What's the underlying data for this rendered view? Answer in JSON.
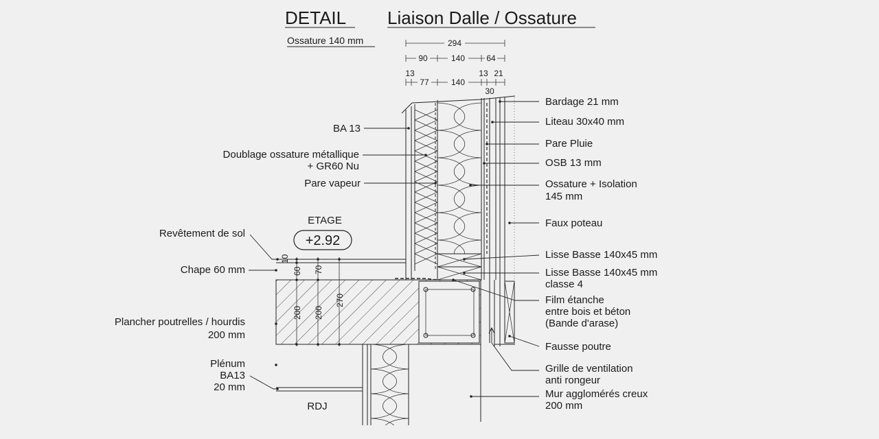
{
  "title": {
    "left": "DETAIL",
    "right": "Liaison Dalle / Ossature"
  },
  "subtitle": "Ossature 140 mm",
  "dimensions": {
    "row1": [
      "294"
    ],
    "row2": [
      "90",
      "140",
      "64"
    ],
    "row3_top": [
      "13",
      "13",
      "21"
    ],
    "row3": [
      "77",
      "140"
    ],
    "row3_below": "30",
    "vertical_left": [
      "10",
      "60",
      "200"
    ],
    "vertical_mid": [
      "70",
      "200"
    ],
    "vertical_right": [
      "270"
    ]
  },
  "level": {
    "name": "ETAGE",
    "value": "+2.92"
  },
  "labels_left": [
    "BA 13",
    "Doublage ossature métallique",
    "+ GR60 Nu",
    "Pare vapeur",
    "Revêtement de sol",
    "Chape 60 mm",
    "Plancher poutrelles / hourdis",
    "200 mm",
    "Plénum",
    "BA13",
    "20 mm",
    "RDJ"
  ],
  "labels_right": [
    "Bardage 21 mm",
    "Liteau 30x40 mm",
    "Pare Pluie",
    "OSB 13 mm",
    "Ossature + Isolation",
    "145 mm",
    "Faux poteau",
    "Lisse Basse 140x45 mm",
    "Lisse Basse 140x45 mm",
    "classe 4",
    "Film étanche",
    "entre bois et béton",
    "(Bande d'arase)",
    "Fausse poutre",
    "Grille de ventilation",
    "anti rongeur",
    "Mur agglomérés creux",
    "200 mm"
  ]
}
